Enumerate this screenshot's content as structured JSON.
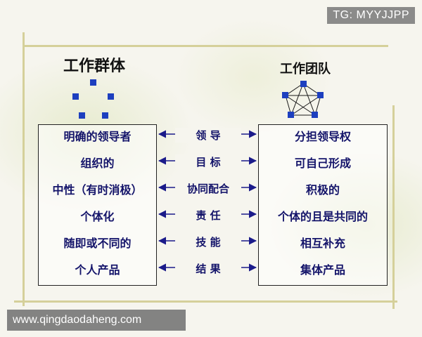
{
  "watermark_top": "TG: MYYJJPP",
  "watermark_bottom": "www.qingdaodaheng.com",
  "left_title": "工作群体",
  "right_title": "工作团队",
  "left_items": [
    "明确的领导者",
    "组织的",
    "中性（有时消极）",
    "个体化",
    "随即或不同的",
    "个人产品"
  ],
  "middle_items": [
    "领 导",
    "目 标",
    "协同配合",
    "责 任",
    "技 能",
    "结 果"
  ],
  "right_items": [
    "分担领导权",
    "可自己形成",
    "积极的",
    "个体的且是共同的",
    "相互补充",
    "集体产品"
  ],
  "colors": {
    "accent": "#1d3fbf",
    "text": "#14146a",
    "arrow": "#1b1b8a"
  }
}
